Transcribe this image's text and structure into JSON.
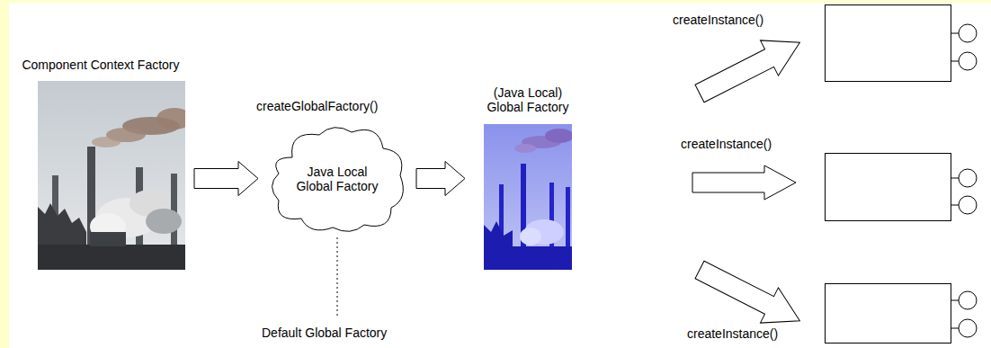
{
  "diagram": {
    "nodes": [
      {
        "text": [
          "Component Context Factory"
        ]
      },
      {
        "text": [
          "Java Local Global Factory"
        ]
      },
      {
        "text": [
          "(Java Local) Global Factory"
        ]
      }
    ],
    "edges": [
      {
        "from": 0,
        "to": 1,
        "arrow": "to"
      },
      {
        "from": 1,
        "to": 2,
        "arrow": "to"
      }
    ],
    "labels": [
      "createGlobalFactory()",
      "Default Global Factory",
      "createInstance()",
      "createInstance()",
      "createInstance()"
    ]
  }
}
